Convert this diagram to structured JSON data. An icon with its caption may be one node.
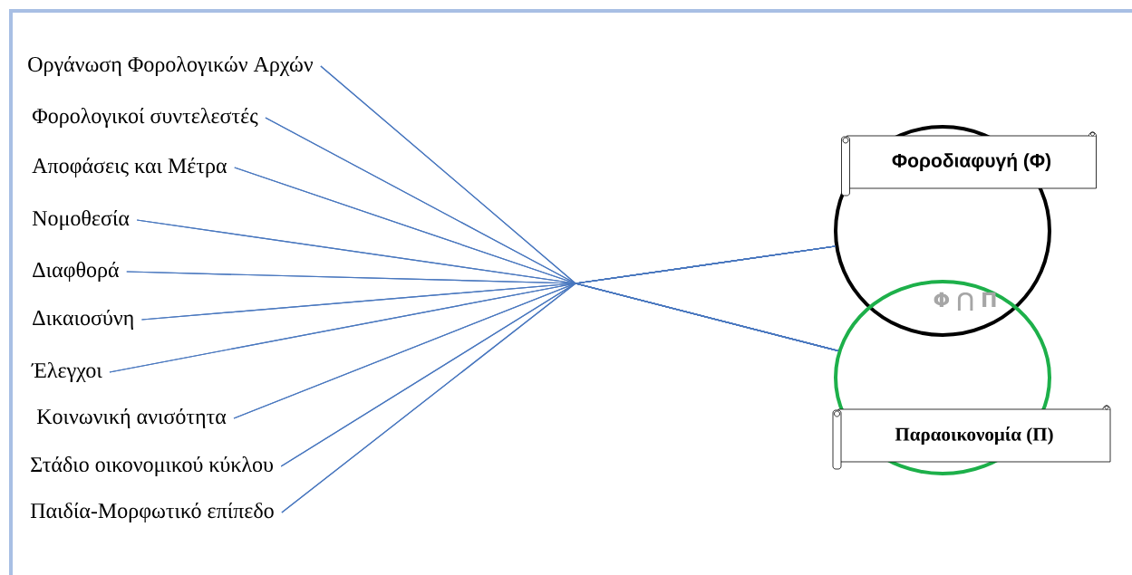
{
  "diagram": {
    "nodes": [
      {
        "text": [
          "Οργάνωση Φορολογικών Αρχών"
        ]
      },
      {
        "text": [
          "Φορολογικοί συντελεστές"
        ]
      },
      {
        "text": [
          "Αποφάσεις και Μέτρα"
        ]
      },
      {
        "text": [
          "Νομοθεσία"
        ]
      },
      {
        "text": [
          "Διαφθορά"
        ]
      },
      {
        "text": [
          "Δικαιοσύνη"
        ]
      },
      {
        "text": [
          "Έλεγχοι"
        ]
      },
      {
        "text": [
          "Κοινωνική ανισότητα"
        ]
      },
      {
        "text": [
          "Στάδιο οικονομικού κύκλου"
        ]
      },
      {
        "text": [
          "Παιδία-Μορφωτικό επίπεδο"
        ]
      },
      {
        "text": [],
        "shape": "circle"
      },
      {
        "text": [],
        "shape": "circle"
      },
      {
        "text": [
          "Φοροδιαφυγή (Φ)"
        ]
      },
      {
        "text": [
          "Παραοικονομία (Π)"
        ]
      }
    ],
    "edges": [
      {
        "from": 0,
        "to": 10,
        "arrow": "none"
      },
      {
        "from": 1,
        "to": 10,
        "arrow": "none"
      },
      {
        "from": 2,
        "to": 10,
        "arrow": "none"
      },
      {
        "from": 3,
        "to": 10,
        "arrow": "none"
      },
      {
        "from": 4,
        "to": 10,
        "arrow": "none"
      },
      {
        "from": 5,
        "to": 10,
        "arrow": "none"
      },
      {
        "from": 6,
        "to": 10,
        "arrow": "none"
      },
      {
        "from": 7,
        "to": 10,
        "arrow": "none"
      },
      {
        "from": 8,
        "to": 10,
        "arrow": "none"
      },
      {
        "from": 9,
        "to": 10,
        "arrow": "none"
      },
      {
        "from": 0,
        "to": 11,
        "arrow": "none"
      },
      {
        "from": 1,
        "to": 11,
        "arrow": "none"
      },
      {
        "from": 2,
        "to": 11,
        "arrow": "none"
      },
      {
        "from": 3,
        "to": 11,
        "arrow": "none"
      },
      {
        "from": 4,
        "to": 11,
        "arrow": "none"
      },
      {
        "from": 5,
        "to": 11,
        "arrow": "none"
      },
      {
        "from": 6,
        "to": 11,
        "arrow": "none"
      },
      {
        "from": 7,
        "to": 11,
        "arrow": "none"
      },
      {
        "from": 8,
        "to": 11,
        "arrow": "none"
      },
      {
        "from": 9,
        "to": 11,
        "arrow": "none"
      }
    ],
    "labels": [
      "Φ ⋂ Π"
    ]
  }
}
